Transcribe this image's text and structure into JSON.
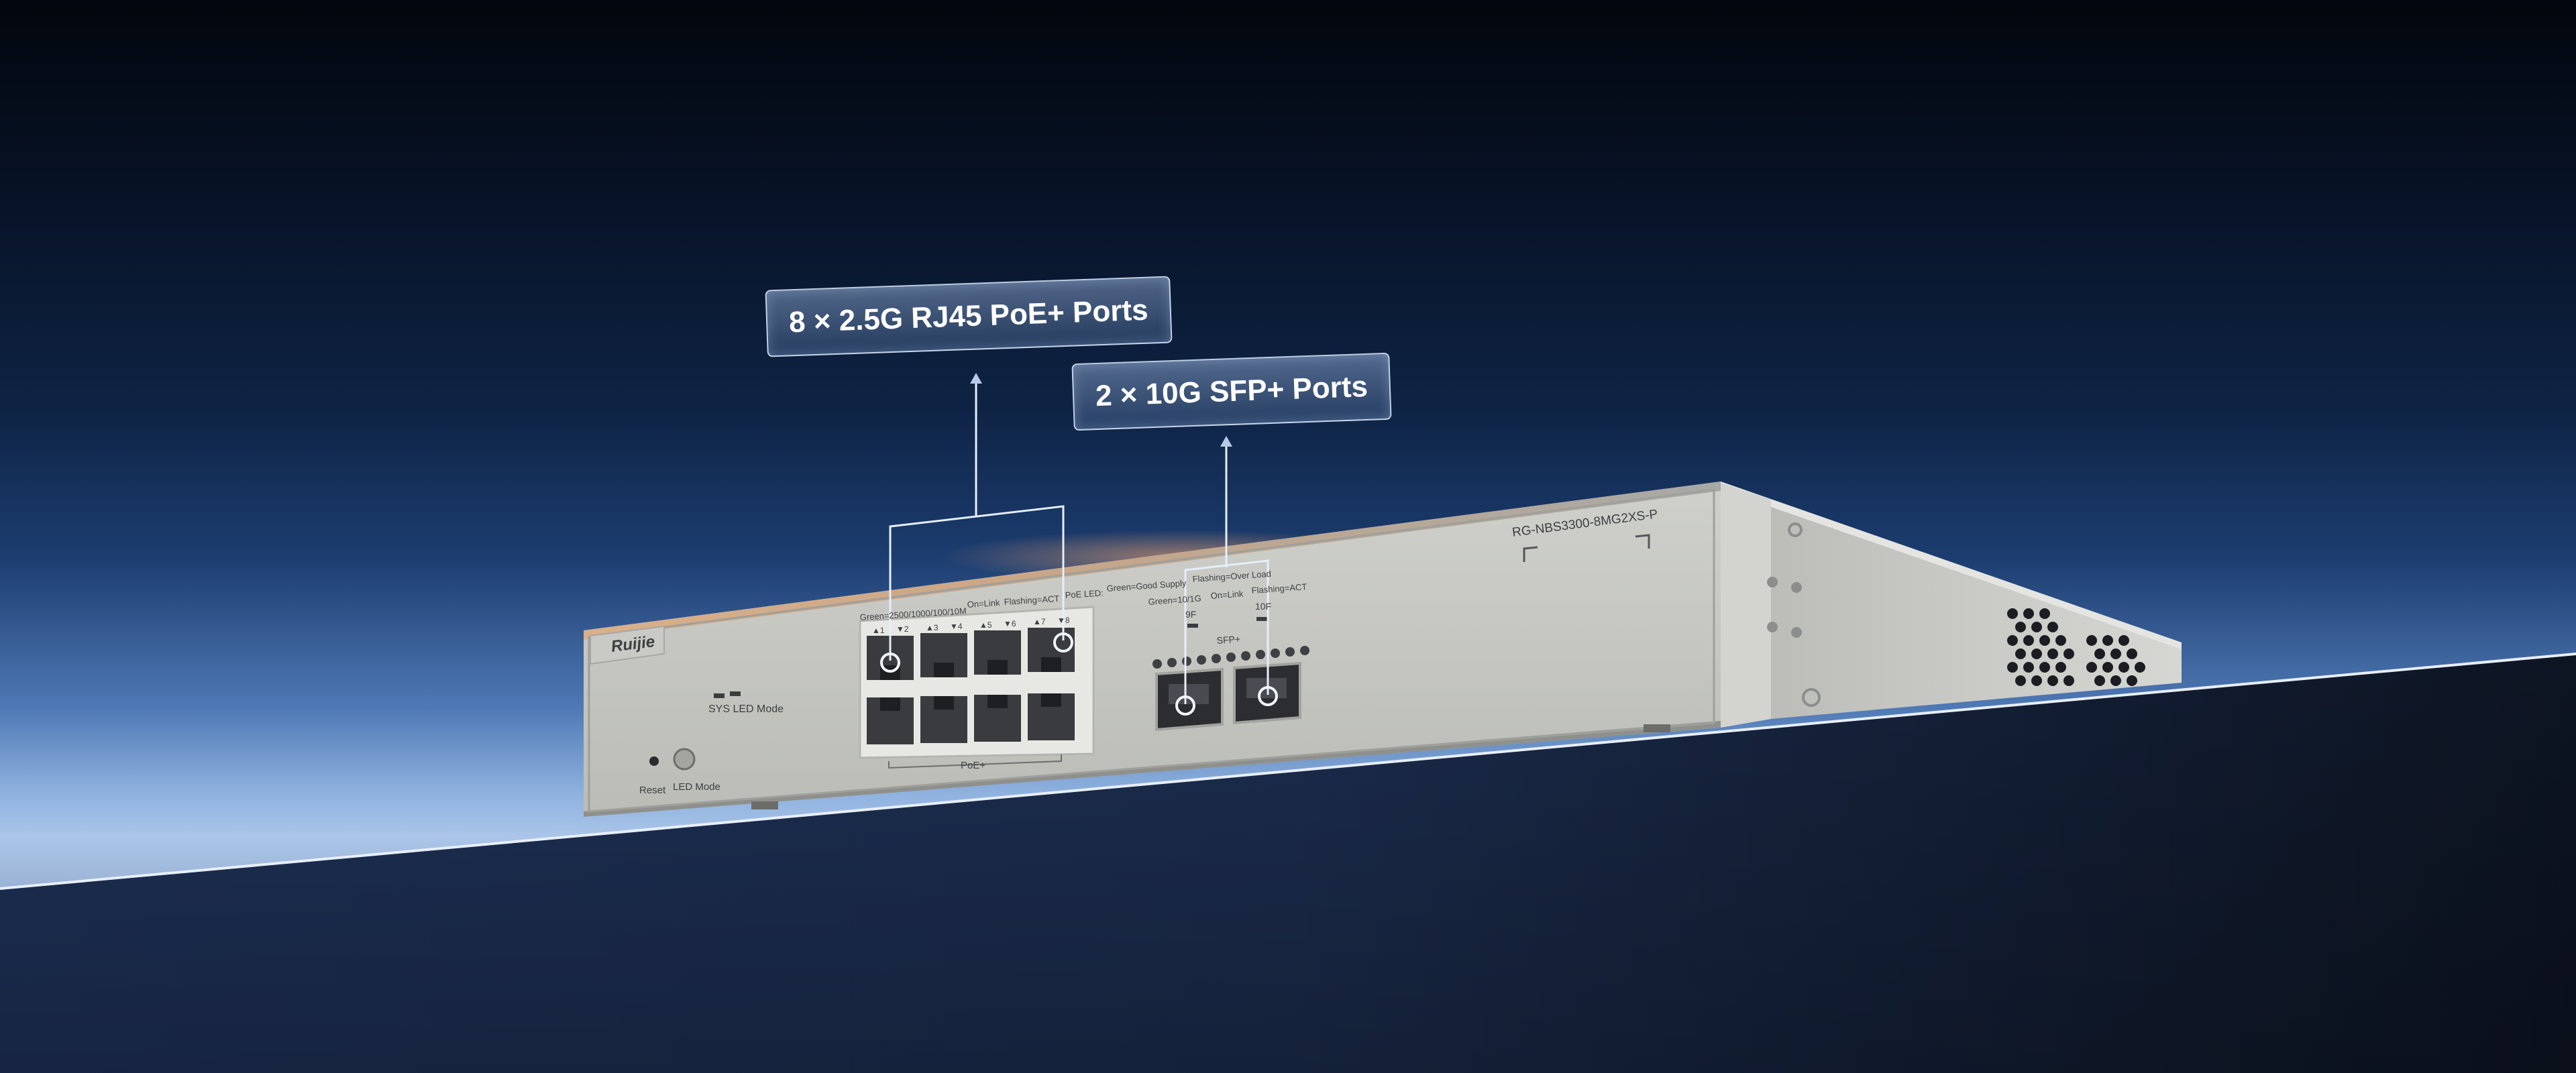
{
  "callouts": {
    "rj45": "8 × 2.5G RJ45 PoE+ Ports",
    "sfp": "2 × 10G SFP+ Ports"
  },
  "device": {
    "brand": "Ruijie",
    "model": "RG-NBS3300-8MG2XS-P",
    "sys_led_mode": "SYS LED Mode",
    "reset": "Reset",
    "led_mode": "LED Mode",
    "rj45_legend": "Green=2500/1000/100/10M",
    "on_link": "On=Link",
    "flashing_act": "Flashing=ACT",
    "poe_led": "PoE LED:",
    "poe_supply": "Green=Good Supply",
    "poe_overload": "Flashing=Over Load",
    "sfp_legend": "Green=10/1G",
    "sfp_on_link": "On=Link",
    "sfp_flashing": "Flashing=ACT",
    "poe_group": "PoE+",
    "sfp_group": "SFP+",
    "port_9": "9F",
    "port_10": "10F",
    "top_ports": [
      "▲1",
      "▼2",
      "▲3",
      "▼4",
      "▲5",
      "▼6",
      "▲7",
      "▼8"
    ]
  }
}
